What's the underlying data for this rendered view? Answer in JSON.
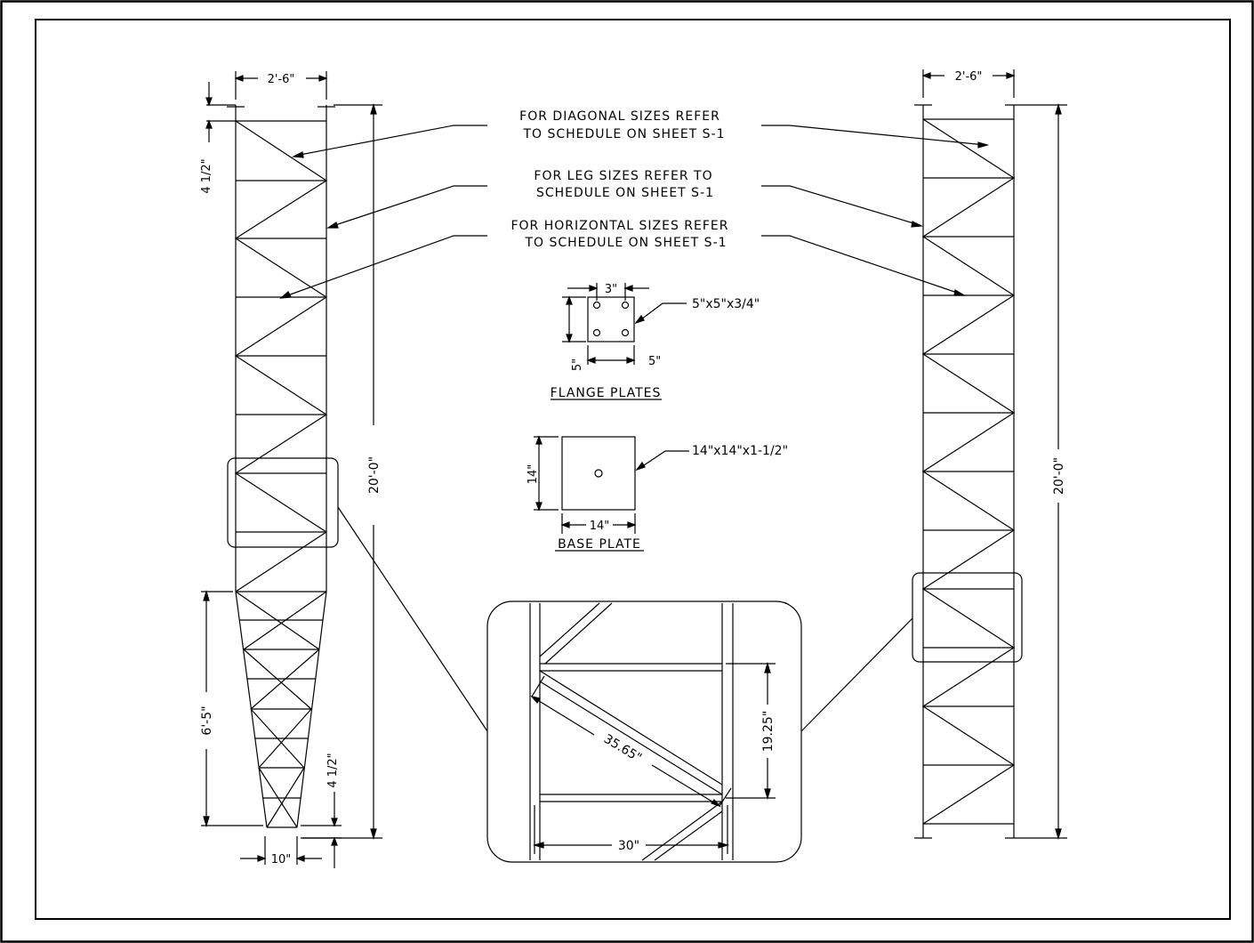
{
  "notes": {
    "diagonal_line1": "FOR DIAGONAL SIZES REFER",
    "diagonal_line2": "TO SCHEDULE ON SHEET S-1",
    "leg_line1": "FOR LEG SIZES REFER TO",
    "leg_line2": "SCHEDULE ON SHEET S-1",
    "horizontal_line1": "FOR HORIZONTAL SIZES REFER",
    "horizontal_line2": "TO SCHEDULE ON SHEET S-1"
  },
  "flange_plates": {
    "title": "FLANGE PLATES",
    "size_label": "5\"x5\"x3/4\"",
    "hole_spacing": "3\"",
    "width": "5\"",
    "height": "5\""
  },
  "base_plate": {
    "title": "BASE PLATE",
    "size_label": "14\"x14\"x1-1/2\"",
    "width": "14\"",
    "height": "14\""
  },
  "left_tower": {
    "top_width": "2'-6\"",
    "height": "20'-0\"",
    "top_offset": "4 1/2\"",
    "taper_length": "6'-5\"",
    "bottom_offset": "4 1/2\"",
    "bottom_width": "10\""
  },
  "right_tower": {
    "top_width": "2'-6\"",
    "height": "20'-0\""
  },
  "detail": {
    "diagonal_length": "35.65\"",
    "panel_height": "19.25\"",
    "panel_width": "30\""
  }
}
